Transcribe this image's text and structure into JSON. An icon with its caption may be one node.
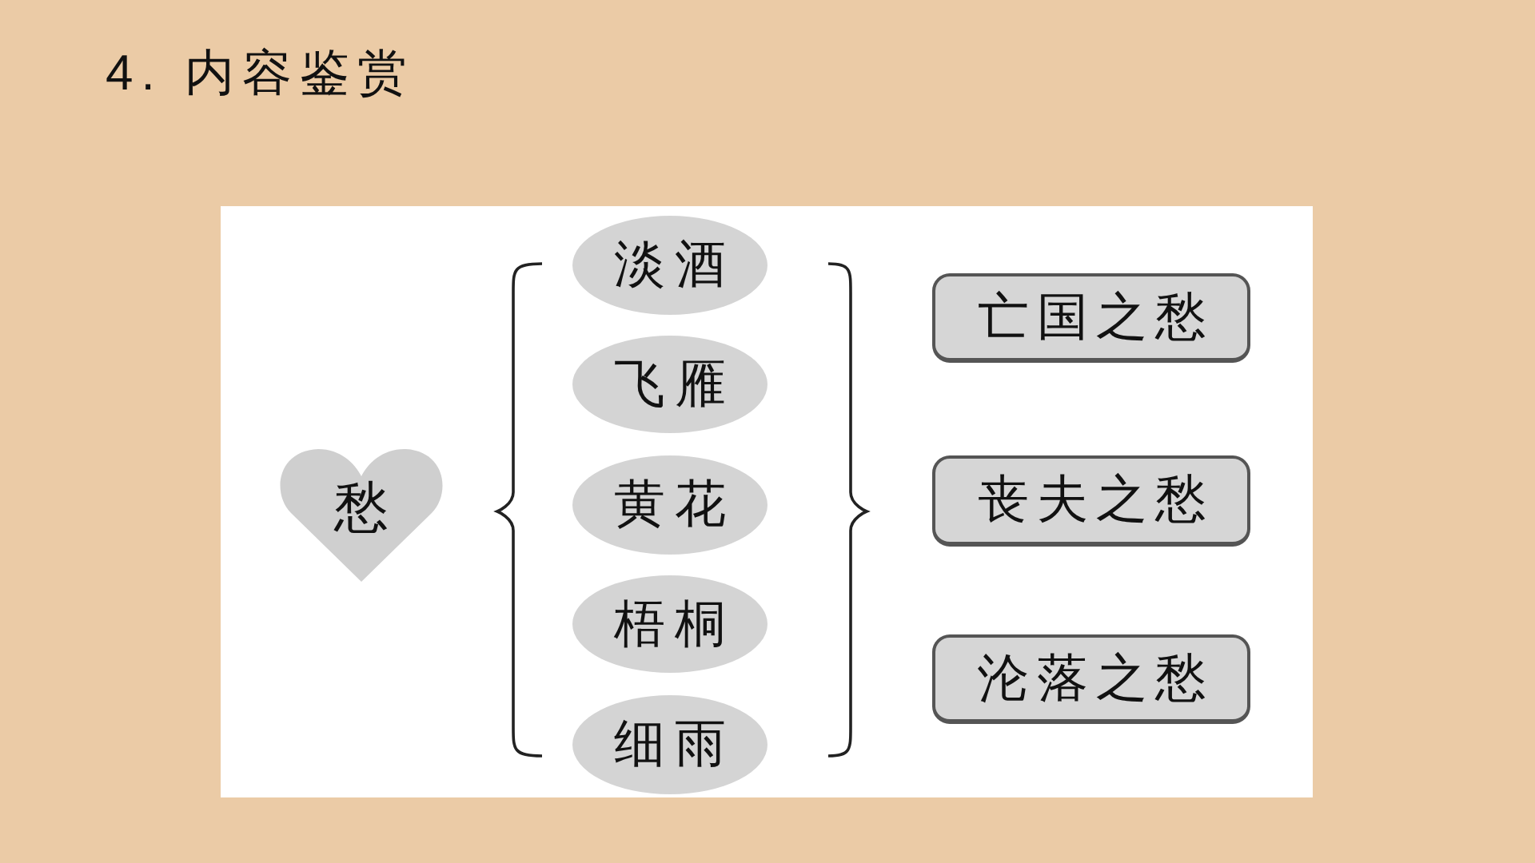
{
  "diagram": {
    "title": "4. 内容鉴赏",
    "nodes": [
      {
        "text": [
          "愁"
        ]
      },
      {
        "text": [
          "淡酒"
        ]
      },
      {
        "text": [
          "飞雁"
        ]
      },
      {
        "text": [
          "黄花"
        ]
      },
      {
        "text": [
          "梧桐"
        ]
      },
      {
        "text": [
          "细雨"
        ]
      },
      {
        "text": [
          "亡国之愁"
        ]
      },
      {
        "text": [
          "丧夫之愁"
        ]
      },
      {
        "text": [
          "沦落之愁"
        ]
      }
    ]
  }
}
